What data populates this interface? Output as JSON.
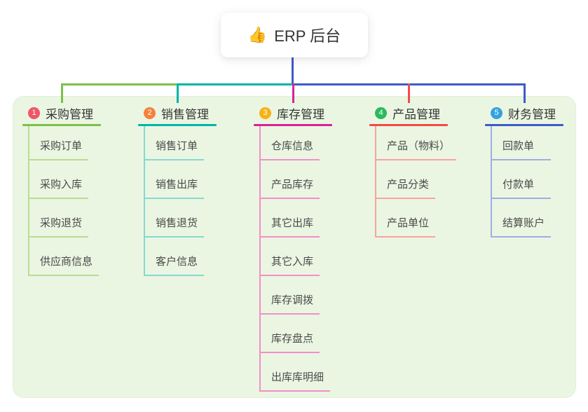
{
  "root": {
    "icon": "👍",
    "label": "ERP 后台"
  },
  "canvas": {
    "background": "#ffffff",
    "panel_color": "#eaf6e2"
  },
  "branches": [
    {
      "badge": "1",
      "title": "采购管理",
      "badge_color": "#f05667",
      "line_color": "#7cc04a",
      "light_color": "#b9dc92",
      "children": [
        "采购订单",
        "采购入库",
        "采购退货",
        "供应商信息"
      ]
    },
    {
      "badge": "2",
      "title": "销售管理",
      "badge_color": "#f5813c",
      "line_color": "#00b4a9",
      "light_color": "#84d9d0",
      "children": [
        "销售订单",
        "销售出库",
        "销售退货",
        "客户信息"
      ]
    },
    {
      "badge": "3",
      "title": "库存管理",
      "badge_color": "#f8b117",
      "line_color": "#d8229b",
      "light_color": "#f28fc8",
      "children": [
        "仓库信息",
        "产品库存",
        "其它出库",
        "其它入库",
        "库存调拨",
        "库存盘点",
        "出库库明细"
      ]
    },
    {
      "badge": "4",
      "title": "产品管理",
      "badge_color": "#2aba5e",
      "line_color": "#f14b48",
      "light_color": "#f8a39e",
      "children": [
        "产品（物料）",
        "产品分类",
        "产品单位"
      ]
    },
    {
      "badge": "5",
      "title": "财务管理",
      "badge_color": "#35a2de",
      "line_color": "#3e5bc9",
      "light_color": "#9fade4",
      "children": [
        "回款单",
        "付款单",
        "结算账户"
      ]
    }
  ]
}
